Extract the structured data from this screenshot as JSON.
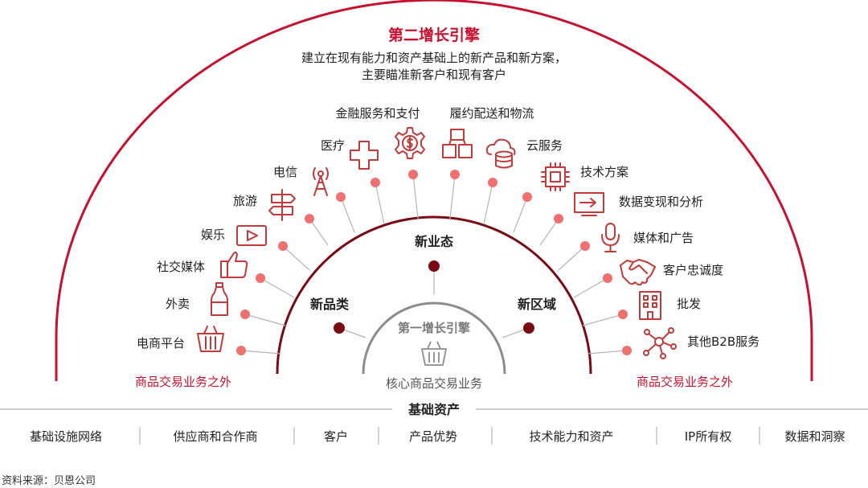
{
  "title": "第二增长引擎",
  "subtitle_line1": "建立在现有能力和资产基础上的新产品和新方案，",
  "subtitle_line2": "主要瞄准新客户和现有客户",
  "new_business": {
    "format": "新业态",
    "categories": "新品类",
    "regions": "新区域"
  },
  "first_engine": {
    "title": "第一增长引擎",
    "label": "核心商品交易业务"
  },
  "outside_left": "商品交易业务之外",
  "outside_right": "商品交易业务之外",
  "left_items": [
    {
      "label": "电商平台",
      "icon": "basket-icon"
    },
    {
      "label": "外卖",
      "icon": "bottle-icon"
    },
    {
      "label": "社交媒体",
      "icon": "thumbs-up-icon"
    },
    {
      "label": "娱乐",
      "icon": "play-icon"
    },
    {
      "label": "旅游",
      "icon": "signpost-icon"
    },
    {
      "label": "电信",
      "icon": "antenna-icon"
    },
    {
      "label": "医疗",
      "icon": "medical-cross-icon"
    }
  ],
  "top_items": [
    {
      "label": "金融服务和支付",
      "icon": "dollar-gear-icon"
    },
    {
      "label": "履约配送和物流",
      "icon": "boxes-icon"
    }
  ],
  "right_items": [
    {
      "label": "云服务",
      "icon": "cloud-database-icon"
    },
    {
      "label": "技术方案",
      "icon": "chip-icon"
    },
    {
      "label": "数据变现和分析",
      "icon": "monitor-icon"
    },
    {
      "label": "媒体和广告",
      "icon": "microphone-icon"
    },
    {
      "label": "客户忠诚度",
      "icon": "handshake-icon"
    },
    {
      "label": "批发",
      "icon": "building-icon"
    },
    {
      "label": "其他B2B服务",
      "icon": "network-icon"
    }
  ],
  "foundation": {
    "title": "基础资产",
    "items": [
      "基础设施网络",
      "供应商和合作商",
      "客户",
      "产品优势",
      "技术能力和资产",
      "IP所有权",
      "数据和洞察"
    ]
  },
  "source": "资料来源：贝恩公司",
  "colors": {
    "accent_red": "#c8102e",
    "dot_red": "#f07070",
    "dark_red": "#7a0a14",
    "first_engine_gray": "#8c8c8c"
  }
}
